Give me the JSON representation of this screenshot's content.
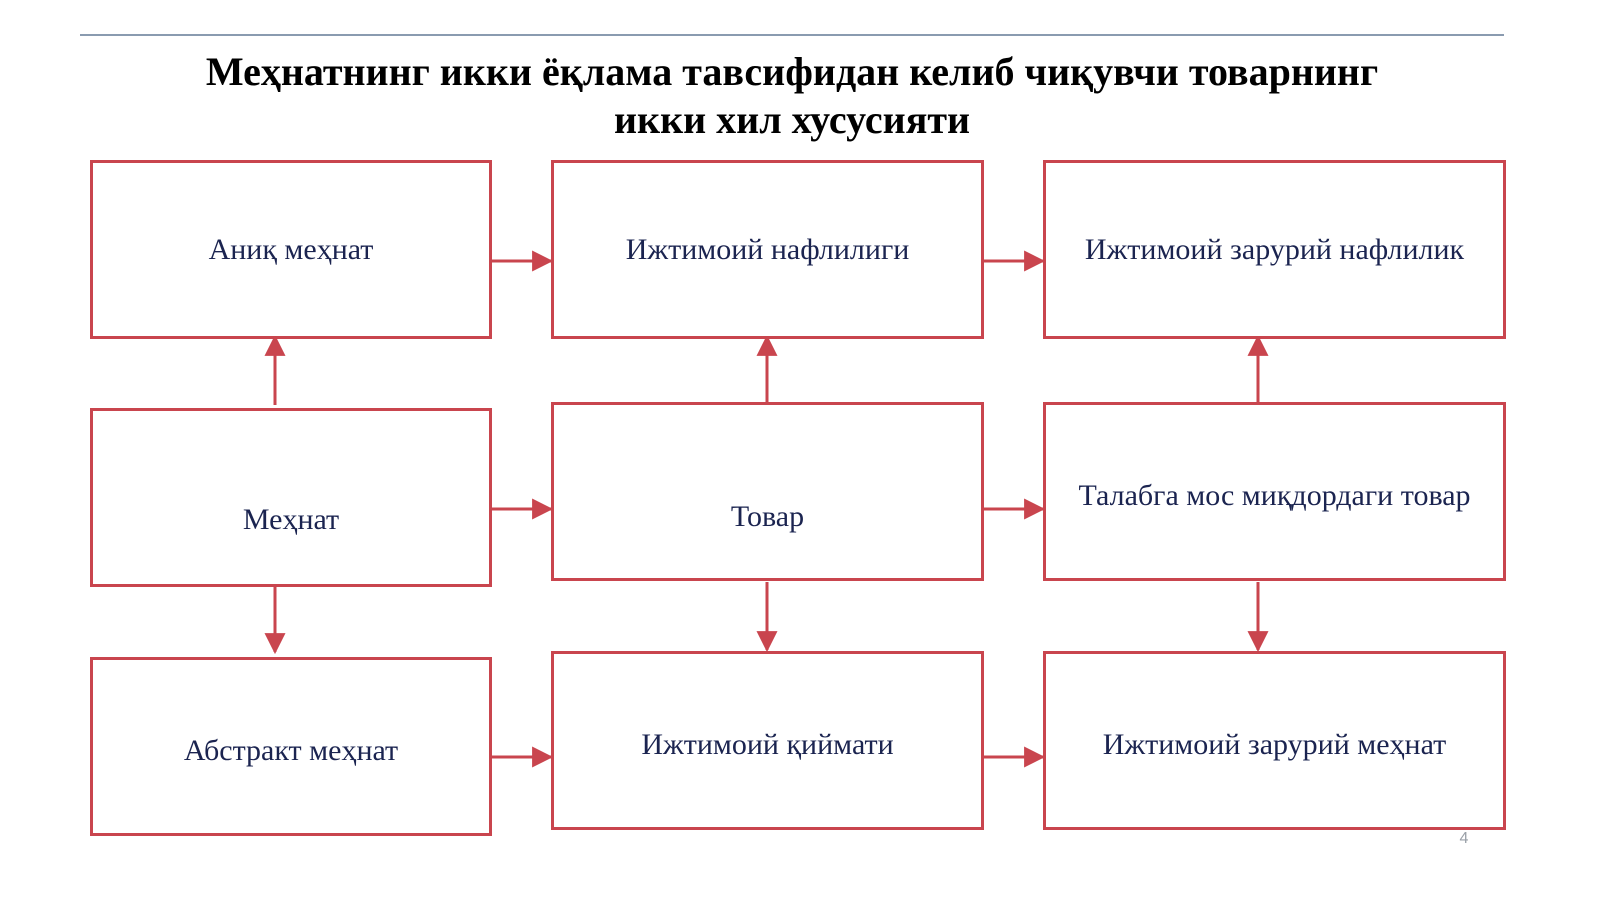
{
  "slide": {
    "title_line1": "Меҳнатнинг икки ёқлама тавсифидан келиб чиқувчи товарнинг",
    "title_line2": "икки хил хусусияти",
    "page_number": "4"
  },
  "boxes": {
    "aniq_mehnat": "Аниқ меҳнат",
    "ijtimoiy_naflilig": "Ижтимоий нафлилиги",
    "ijtimoiy_zaruriy_naflilik": "Ижтимоий зарурий нафлилик",
    "mehnat": "Меҳнат",
    "tovar": "Товар",
    "talabga_mos_tovar": "Талабга мос миқдордаги товар",
    "abstrakt_mehnat": "Абстракт меҳнат",
    "ijtimoiy_qiymati": "Ижтимоий қиймати",
    "ijtimoiy_zaruriy_mehnat": "Ижтимоий зарурий меҳнат"
  },
  "colors": {
    "box_border": "#c9454e",
    "box_text": "#1b2450",
    "connector": "#c9454e",
    "rule": "#8a9bb0"
  }
}
